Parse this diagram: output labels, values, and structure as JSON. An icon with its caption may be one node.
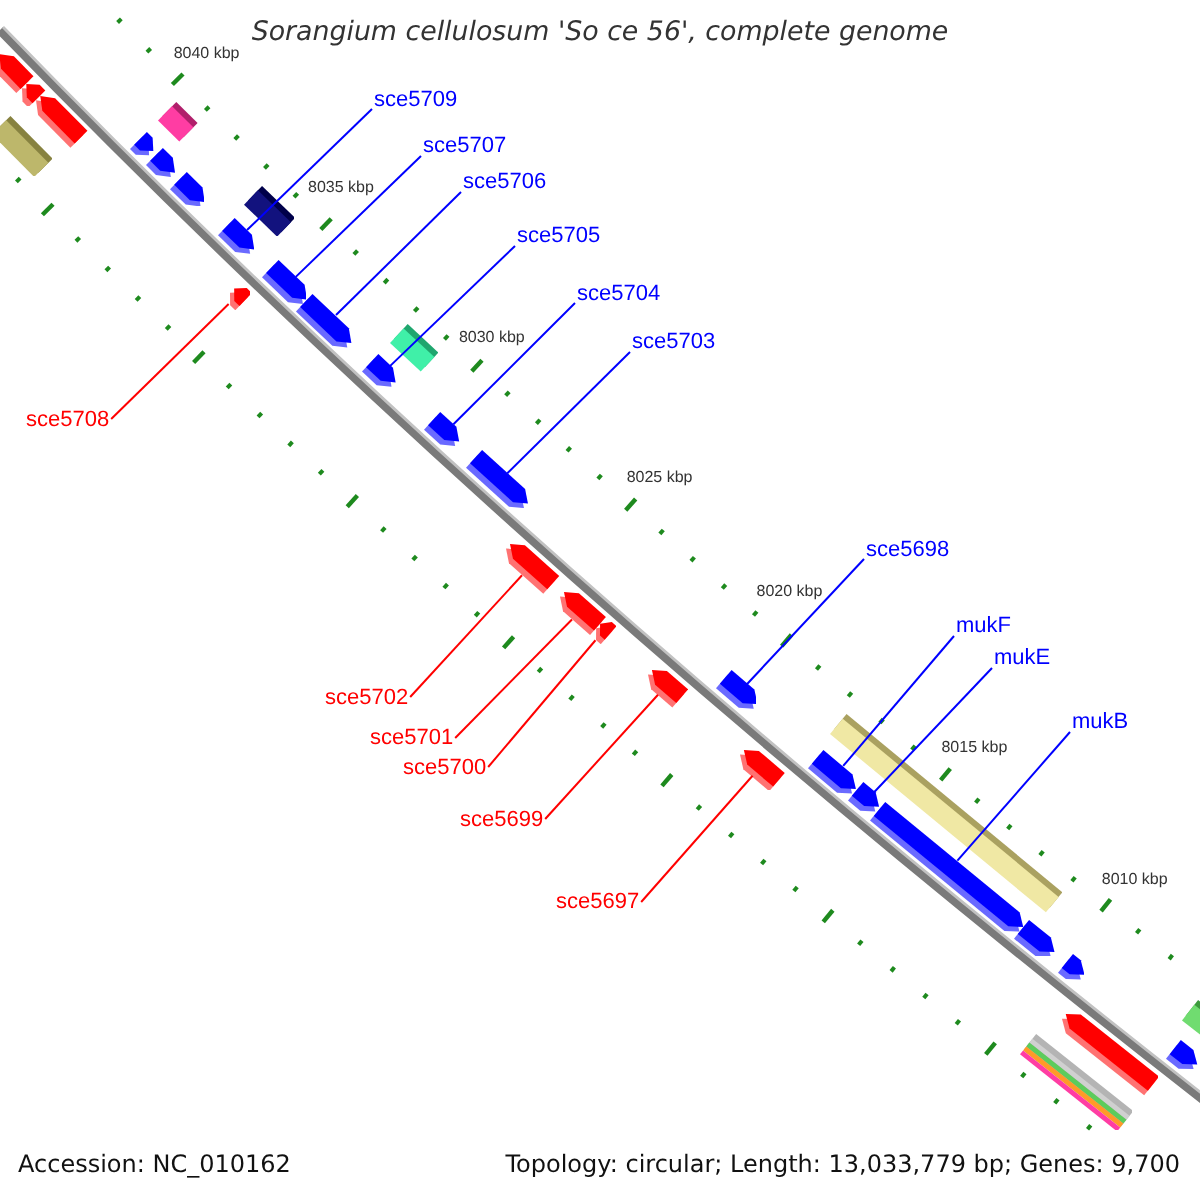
{
  "diagram": {
    "title": "Sorangium cellulosum 'So ce 56', complete genome",
    "nodes": [
      {
        "text": [
          "sce5709"
        ]
      },
      {
        "text": [
          "sce5707"
        ]
      },
      {
        "text": [
          "sce5706"
        ]
      },
      {
        "text": [
          "sce5705"
        ]
      },
      {
        "text": [
          "sce5704"
        ]
      },
      {
        "text": [
          "sce5703"
        ]
      },
      {
        "text": [
          "sce5708"
        ]
      },
      {
        "text": [
          "sce5698"
        ]
      },
      {
        "text": [
          "mukF"
        ]
      },
      {
        "text": [
          "mukE"
        ]
      },
      {
        "text": [
          "sce5702"
        ]
      },
      {
        "text": [
          "mukB"
        ]
      },
      {
        "text": [
          "sce5701"
        ]
      },
      {
        "text": [
          "sce5700"
        ]
      },
      {
        "text": [
          "sce5699"
        ]
      },
      {
        "text": [
          "sce5697"
        ]
      },
      {
        "text": [],
        "shape": "pentagon"
      },
      {
        "text": [],
        "shape": "pentagon"
      },
      {
        "text": [],
        "shape": "pentagon"
      },
      {
        "text": [],
        "shape": "pentagon"
      },
      {
        "text": [],
        "shape": "pentagon"
      },
      {
        "text": [],
        "shape": "pentagon"
      },
      {
        "text": [],
        "shape": "pentagon"
      },
      {
        "text": [],
        "shape": "pentagon"
      },
      {
        "text": [],
        "shape": "pentagon"
      },
      {
        "text": [],
        "shape": "pentagon"
      },
      {
        "text": [],
        "shape": "pentagon"
      },
      {
        "text": [],
        "shape": "pentagon"
      },
      {
        "text": [],
        "shape": "pentagon"
      },
      {
        "text": [],
        "shape": "pentagon"
      },
      {
        "text": [],
        "shape": "pentagon"
      },
      {
        "text": [],
        "shape": "pentagon"
      },
      {
        "text": [],
        "shape": "pentagon"
      },
      {
        "text": [],
        "shape": "pentagon"
      },
      {
        "text": [],
        "shape": "pentagon"
      },
      {
        "text": [],
        "shape": "pentagon"
      },
      {
        "text": [],
        "shape": "pentagon"
      },
      {
        "text": [],
        "shape": "pentagon"
      },
      {
        "text": [],
        "shape": "pentagon"
      },
      {
        "text": [],
        "shape": "pentagon"
      },
      {
        "text": [],
        "shape": "pentagon"
      },
      {
        "text": [],
        "shape": "pentagon"
      },
      {
        "text": [],
        "shape": "bar"
      },
      {
        "text": [],
        "shape": "bar"
      },
      {
        "text": [],
        "shape": "bar"
      },
      {
        "text": [],
        "shape": "bar"
      },
      {
        "text": [],
        "shape": "bar"
      },
      {
        "text": [],
        "shape": "bar"
      },
      {
        "text": [],
        "shape": "bar"
      }
    ],
    "edges": [
      {
        "from": 0,
        "to": 23,
        "arrow": "none"
      },
      {
        "from": 1,
        "to": 24,
        "arrow": "none"
      },
      {
        "from": 2,
        "to": 25,
        "arrow": "none"
      },
      {
        "from": 3,
        "to": 26,
        "arrow": "none"
      },
      {
        "from": 4,
        "to": 27,
        "arrow": "none"
      },
      {
        "from": 5,
        "to": 28,
        "arrow": "none"
      },
      {
        "from": 6,
        "to": 22,
        "arrow": "none",
        "color": "#ff0000"
      },
      {
        "from": 7,
        "to": 33,
        "arrow": "none"
      },
      {
        "from": 8,
        "to": 35,
        "arrow": "none"
      },
      {
        "from": 9,
        "to": 36,
        "arrow": "none"
      },
      {
        "from": 10,
        "to": 29,
        "arrow": "none",
        "color": "#ff0000"
      },
      {
        "from": 11,
        "to": 37,
        "arrow": "none"
      },
      {
        "from": 12,
        "to": 30,
        "arrow": "none",
        "color": "#ff0000"
      },
      {
        "from": 13,
        "to": 31,
        "arrow": "none",
        "color": "#ff0000"
      },
      {
        "from": 14,
        "to": 32,
        "arrow": "none",
        "color": "#ff0000"
      },
      {
        "from": 15,
        "to": 34,
        "arrow": "none",
        "color": "#ff0000"
      }
    ],
    "labels": [
      "8040 kbp",
      "8035 kbp",
      "8030 kbp",
      "8025 kbp",
      "8020 kbp",
      "8015 kbp",
      "8010 kbp",
      "Accession: NC_010162",
      "Topology: circular; Length: 13,033,779 bp; Genes: 9,700"
    ]
  }
}
